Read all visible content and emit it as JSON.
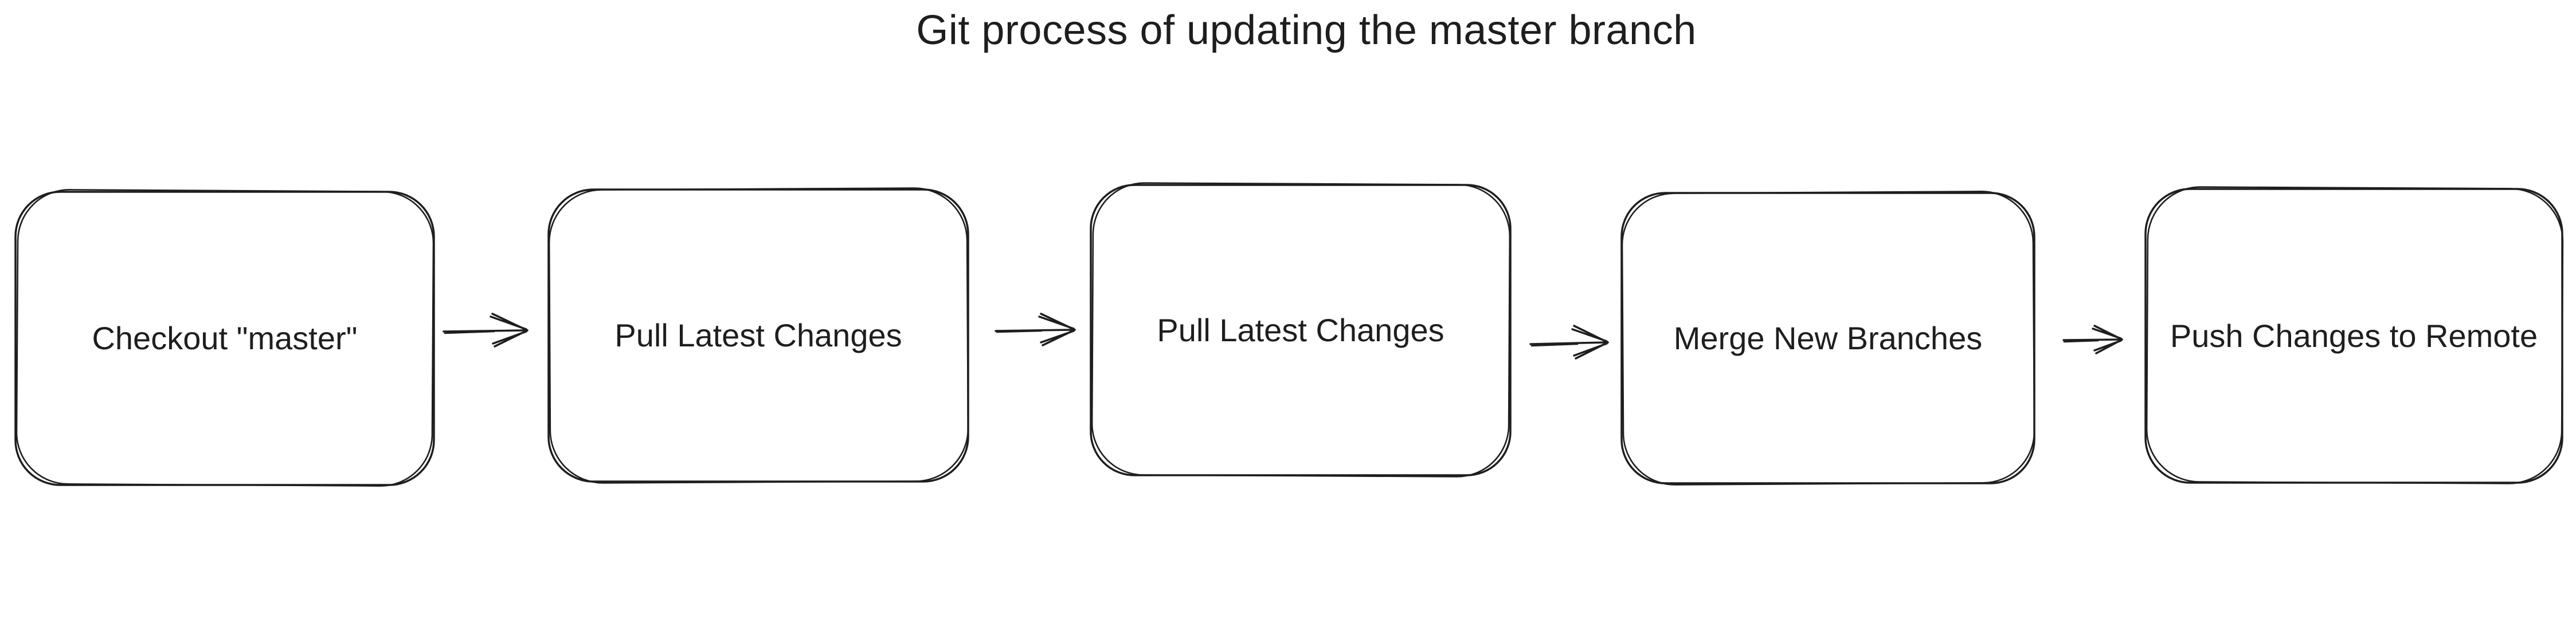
{
  "diagram": {
    "title": "Git process of updating the master branch",
    "nodes": [
      {
        "label": "Checkout \"master\""
      },
      {
        "label": "Pull Latest Changes"
      },
      {
        "label": "Pull Latest Changes"
      },
      {
        "label": "Merge New Branches"
      },
      {
        "label": "Push Changes to Remote"
      }
    ],
    "connectors": [
      {
        "from_index": 0,
        "to_index": 1,
        "direction": "right"
      },
      {
        "from_index": 1,
        "to_index": 2,
        "direction": "right"
      },
      {
        "from_index": 2,
        "to_index": 3,
        "direction": "right"
      },
      {
        "from_index": 3,
        "to_index": 4,
        "direction": "right"
      }
    ],
    "colors": {
      "stroke": "#1e1e1e",
      "text": "#1e1e1e",
      "background": "#ffffff"
    },
    "style": "hand-drawn"
  }
}
